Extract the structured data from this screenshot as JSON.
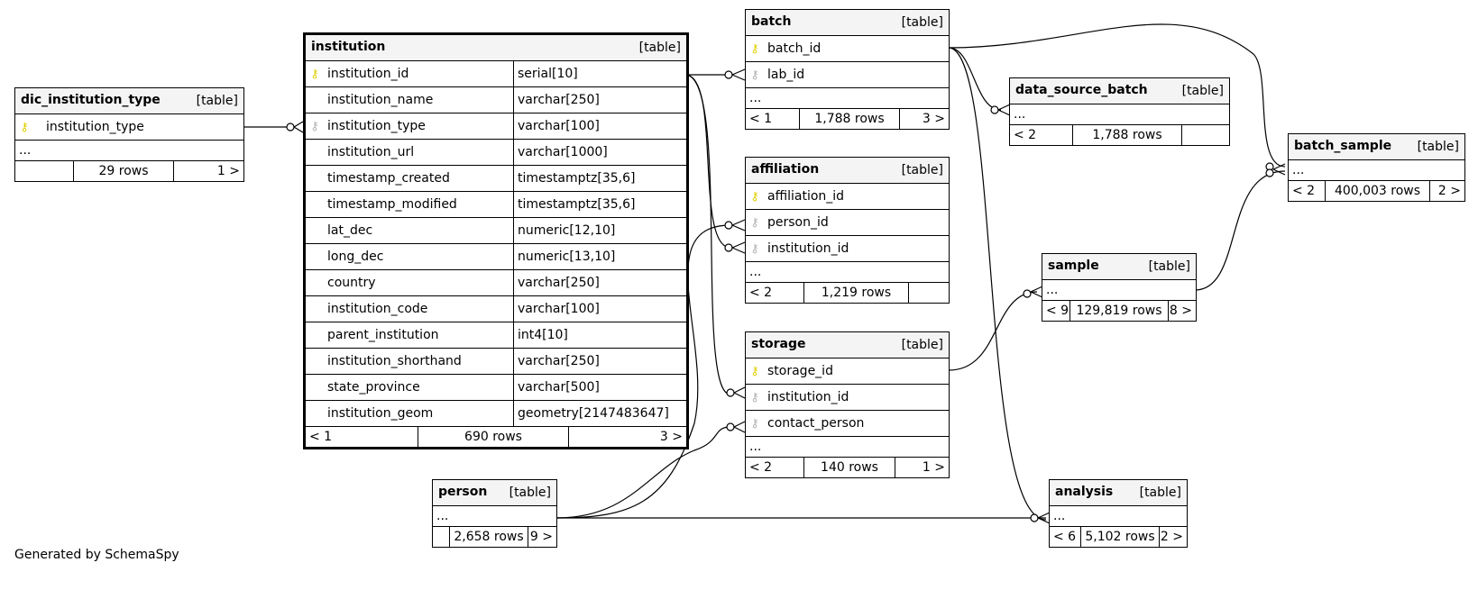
{
  "tables": {
    "dic_institution_type": {
      "name": "dic_institution_type",
      "type": "[table]",
      "rows": [
        {
          "name": "institution_type",
          "key": "pk"
        }
      ],
      "ellipsis": "...",
      "footer": {
        "left": "",
        "rows": "29 rows",
        "right": "1 >"
      }
    },
    "institution": {
      "name": "institution",
      "type": "[table]",
      "columns": [
        {
          "name": "institution_id",
          "dtype": "serial[10]",
          "key": "pk"
        },
        {
          "name": "institution_name",
          "dtype": "varchar[250]",
          "key": ""
        },
        {
          "name": "institution_type",
          "dtype": "varchar[100]",
          "key": "fk"
        },
        {
          "name": "institution_url",
          "dtype": "varchar[1000]",
          "key": ""
        },
        {
          "name": "timestamp_created",
          "dtype": "timestamptz[35,6]",
          "key": ""
        },
        {
          "name": "timestamp_modified",
          "dtype": "timestamptz[35,6]",
          "key": ""
        },
        {
          "name": "lat_dec",
          "dtype": "numeric[12,10]",
          "key": ""
        },
        {
          "name": "long_dec",
          "dtype": "numeric[13,10]",
          "key": ""
        },
        {
          "name": "country",
          "dtype": "varchar[250]",
          "key": ""
        },
        {
          "name": "institution_code",
          "dtype": "varchar[100]",
          "key": ""
        },
        {
          "name": "parent_institution",
          "dtype": "int4[10]",
          "key": ""
        },
        {
          "name": "institution_shorthand",
          "dtype": "varchar[250]",
          "key": ""
        },
        {
          "name": "state_province",
          "dtype": "varchar[500]",
          "key": ""
        },
        {
          "name": "institution_geom",
          "dtype": "geometry[2147483647]",
          "key": ""
        }
      ],
      "footer": {
        "left": "< 1",
        "rows": "690 rows",
        "right": "3 >"
      }
    },
    "batch": {
      "name": "batch",
      "type": "[table]",
      "rows": [
        {
          "name": "batch_id",
          "key": "pk"
        },
        {
          "name": "lab_id",
          "key": "fk"
        }
      ],
      "ellipsis": "...",
      "footer": {
        "left": "< 1",
        "rows": "1,788 rows",
        "right": "3 >"
      }
    },
    "data_source_batch": {
      "name": "data_source_batch",
      "type": "[table]",
      "rows": [],
      "ellipsis": "...",
      "footer": {
        "left": "< 2",
        "rows": "1,788 rows",
        "right": ""
      }
    },
    "batch_sample": {
      "name": "batch_sample",
      "type": "[table]",
      "rows": [],
      "ellipsis": "...",
      "footer": {
        "left": "< 2",
        "rows": "400,003 rows",
        "right": "2 >"
      }
    },
    "affiliation": {
      "name": "affiliation",
      "type": "[table]",
      "rows": [
        {
          "name": "affiliation_id",
          "key": "pk"
        },
        {
          "name": "person_id",
          "key": "fk"
        },
        {
          "name": "institution_id",
          "key": "fk"
        }
      ],
      "ellipsis": "...",
      "footer": {
        "left": "< 2",
        "rows": "1,219 rows",
        "right": ""
      }
    },
    "sample": {
      "name": "sample",
      "type": "[table]",
      "rows": [],
      "ellipsis": "...",
      "footer": {
        "left": "< 9",
        "rows": "129,819 rows",
        "right": "8 >"
      }
    },
    "storage": {
      "name": "storage",
      "type": "[table]",
      "rows": [
        {
          "name": "storage_id",
          "key": "pk"
        },
        {
          "name": "institution_id",
          "key": "fk"
        },
        {
          "name": "contact_person",
          "key": "fk"
        }
      ],
      "ellipsis": "...",
      "footer": {
        "left": "< 2",
        "rows": "140 rows",
        "right": "1 >"
      }
    },
    "person": {
      "name": "person",
      "type": "[table]",
      "rows": [],
      "ellipsis": "...",
      "footer": {
        "left": "",
        "rows": "2,658 rows",
        "right": "9 >"
      }
    },
    "analysis": {
      "name": "analysis",
      "type": "[table]",
      "rows": [],
      "ellipsis": "...",
      "footer": {
        "left": "< 6",
        "rows": "5,102 rows",
        "right": "2 >"
      }
    }
  },
  "credit": "Generated by SchemaSpy",
  "icons": {
    "pk": "key-icon-yellow",
    "fk": "key-icon-gray"
  }
}
